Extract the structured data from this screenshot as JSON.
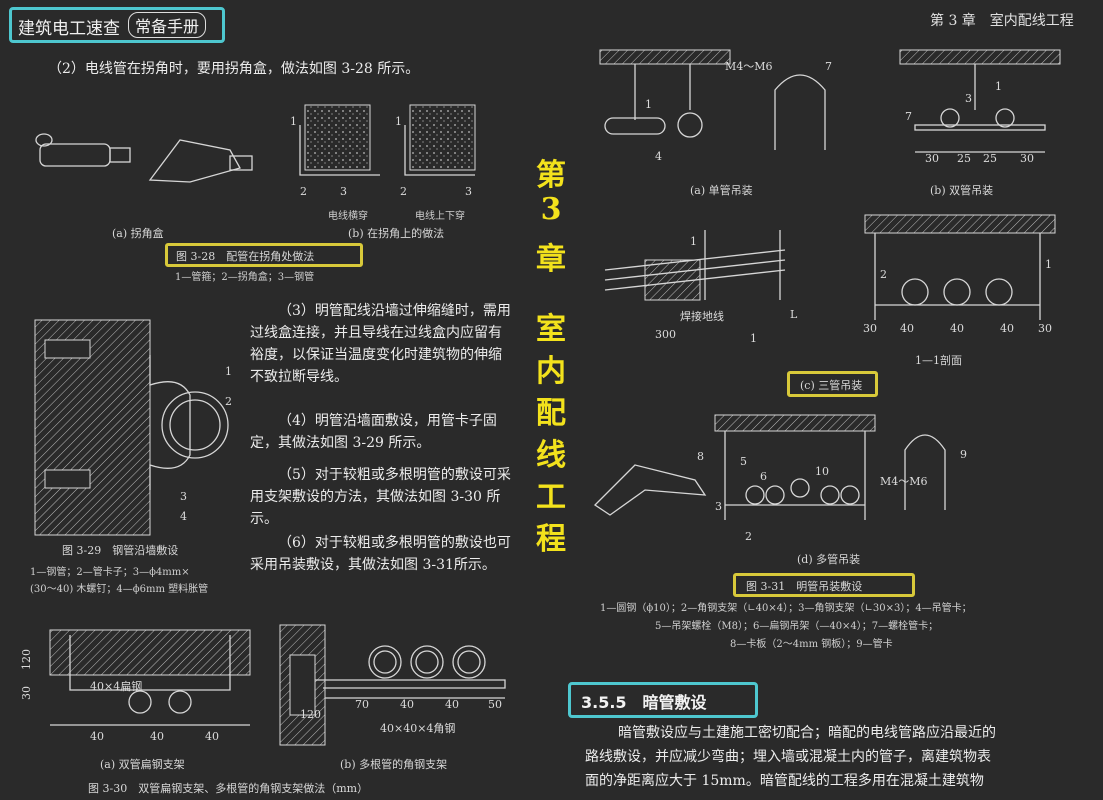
{
  "header": {
    "book_title": "建筑电工速查",
    "book_subtitle": "常备手册",
    "running_head": "第 3 章　室内配线工程"
  },
  "chapter_banner": [
    "第",
    "3",
    "章",
    "室",
    "内",
    "配",
    "线",
    "工",
    "程"
  ],
  "left": {
    "para_2": "（2）电线管在拐角时，要用拐角盒，做法如图 3-28 所示。",
    "fig28": {
      "sub_a": "(a) 拐角盒",
      "sub_b": "(b) 在拐角上的做法",
      "label_cross": "电线横穿",
      "label_updown": "电线上下穿",
      "caption": "图 3-28　配管在拐角处做法",
      "legend": "1—管箍；2—拐角盒；3—钢管"
    },
    "para_3": "（3）明管配线沿墙过伸缩缝时，需用过线盒连接，并且导线在过线盒内应留有裕度，以保证当温度变化时建筑物的伸缩不致拉断导线。",
    "para_4": "（4）明管沿墙面敷设，用管卡子固定，其做法如图 3-29 所示。",
    "para_5": "（5）对于较粗或多根明管的敷设可采用支架敷设的方法，其做法如图 3-30 所示。",
    "para_6": "（6）对于较粗或多根明管的敷设也可采用吊装敷设，其做法如图 3-31所示。",
    "fig29": {
      "caption": "图 3-29　钢管沿墙敷设",
      "legend_1": "1—钢管；2—管卡子；3—ϕ4mm×",
      "legend_2": "(30～40) 木螺钉；4—ϕ6mm 塑料胀管"
    },
    "fig30": {
      "sub_a": "(a) 双管扁钢支架",
      "sub_b": "(b) 多根管的角钢支架",
      "caption": "图 3-30　双管扁钢支架、多根管的角钢支架做法（mm）",
      "label_flat": "40×4扁钢",
      "label_angle": "40×40×4角钢",
      "dims_a": [
        "40",
        "40",
        "40"
      ],
      "dims_b": [
        "70",
        "40",
        "40",
        "50"
      ],
      "dim_120": "120",
      "dim_30": "30",
      "dim_120b": "120"
    }
  },
  "right": {
    "fig31": {
      "sub_a": "(a) 单管吊装",
      "sub_b": "(b) 双管吊装",
      "sub_c": "(c) 三管吊装",
      "sub_d": "(d) 多管吊装",
      "section": "1—1剖面",
      "weld_label": "焊接地线",
      "bolt_label": "M4～M6",
      "dims_b": [
        "30",
        "25",
        "25",
        "30"
      ],
      "dims_c": [
        "30",
        "40",
        "40",
        "40",
        "30"
      ],
      "dim_300": "300",
      "dim_L": "L",
      "caption": "图 3-31　明管吊装敷设",
      "legend_1": "1—圆钢（ϕ10）；2—角钢支架（∟40×4）；3—角钢支架（∟30×3）；4—吊管卡；",
      "legend_2": "5—吊架螺栓（M8）；6—扁钢吊架（—40×4）；7—螺栓管卡；",
      "legend_3": "8—卡板（2～4mm 钢板）；9—管卡"
    },
    "section_title": "3.5.5　暗管敷设",
    "para_1": "暗管敷设应与土建施工密切配合；暗配的电线管路应沿最近的",
    "para_2": "路线敷设，并应减少弯曲；埋入墙或混凝土内的管子，离建筑物表",
    "para_3": "面的净距离应大于 15mm。暗管配线的工程多用在混凝土建筑物"
  },
  "colors": {
    "highlight_yellow": "#d8c93a",
    "highlight_cyan": "#4ec7cf",
    "banner_text": "#f3e21c"
  }
}
